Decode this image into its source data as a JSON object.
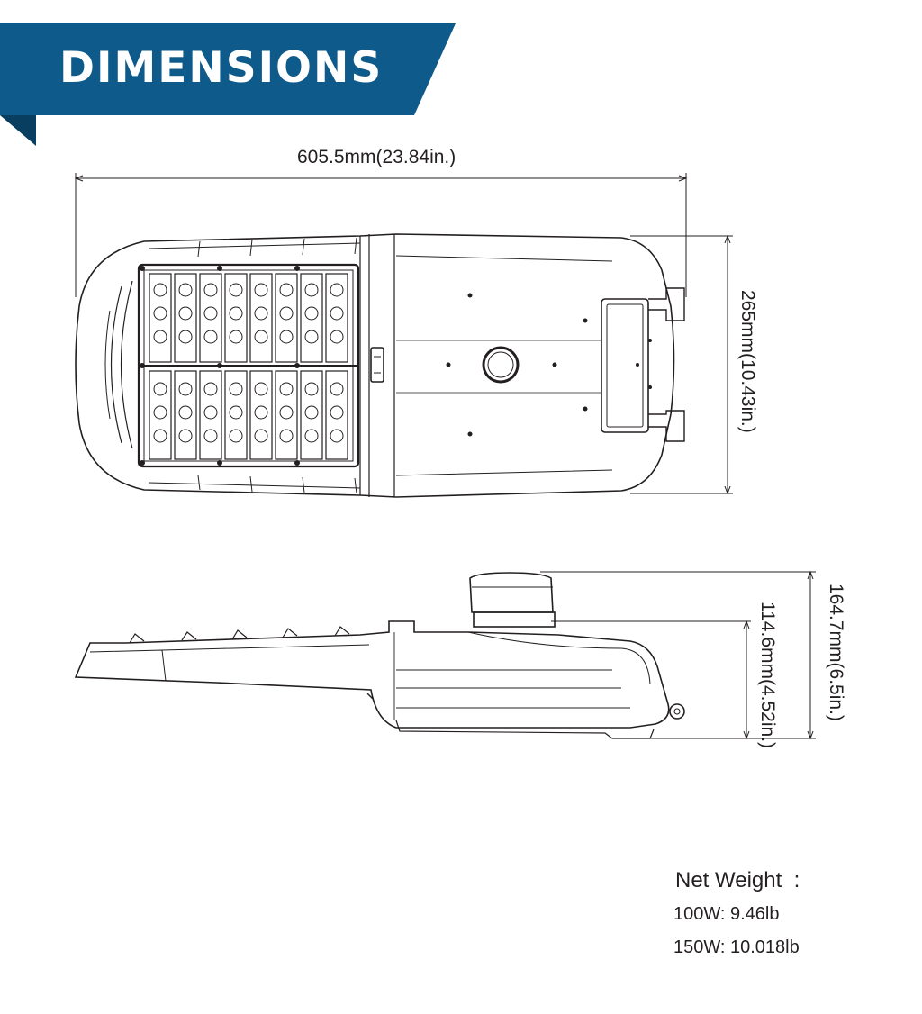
{
  "header": {
    "title": "DIMENSIONS",
    "color": "#0e5a8a",
    "shadow_color": "#083e60"
  },
  "dimensions": {
    "width": "605.5mm(23.84in.)",
    "length": "265mm(10.43in.)",
    "total_height": "164.7mm(6.5in.)",
    "body_height": "114.6mm(4.52in.)"
  },
  "views": [
    {
      "name": "top-view",
      "type": "line drawing"
    },
    {
      "name": "side-view",
      "type": "line drawing"
    }
  ],
  "net_weight": {
    "title": "Net Weight  :",
    "rows": [
      {
        "label": "100W: 9.46lb"
      },
      {
        "label": "150W: 10.018lb"
      }
    ]
  }
}
